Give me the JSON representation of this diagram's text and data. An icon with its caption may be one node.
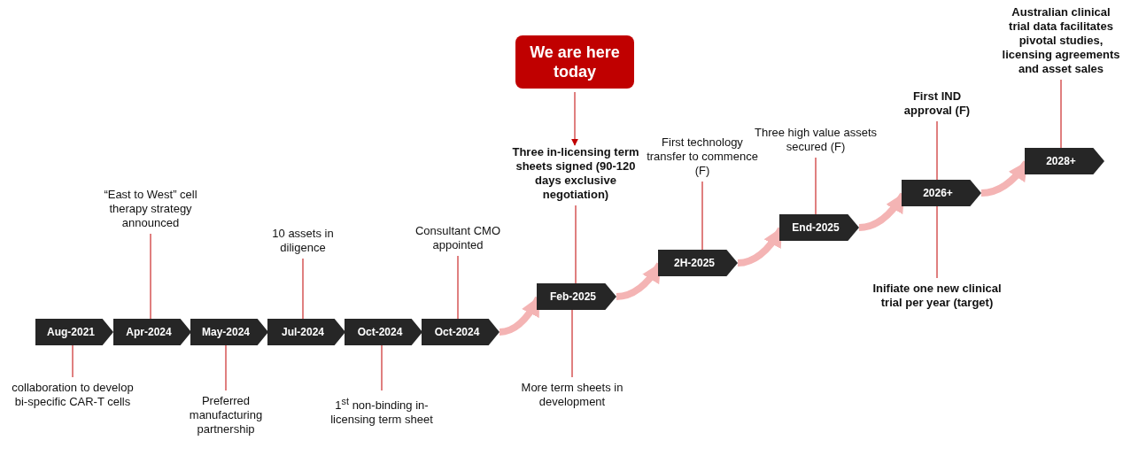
{
  "diagram": {
    "nodes": [
      {
        "text": [
          "Aug-2021"
        ]
      },
      {
        "text": [
          "Apr-2024"
        ]
      },
      {
        "text": [
          "May-2024"
        ]
      },
      {
        "text": [
          "Jul-2024"
        ]
      },
      {
        "text": [
          "Oct-2024"
        ]
      },
      {
        "text": [
          "Oct-2024"
        ]
      },
      {
        "text": [
          "Feb-2025"
        ]
      },
      {
        "text": [
          "2H-2025"
        ]
      },
      {
        "text": [
          "End-2025"
        ]
      },
      {
        "text": [
          "2026+"
        ]
      },
      {
        "text": [
          "2028+"
        ]
      },
      {
        "text": [
          "collaboration to develop bi-specific CAR-T cells"
        ]
      },
      {
        "text": [
          "“East to West” cell therapy strategy announced"
        ]
      },
      {
        "text": [
          "Preferred manufacturing partnership"
        ]
      },
      {
        "text": [
          "10 assets in diligence"
        ]
      },
      {
        "text": [
          "1$^{st}$ non-binding in-licensing term sheet"
        ]
      },
      {
        "text": [
          "Consultant CMO appointed"
        ]
      },
      {
        "text": [
          "We are here today"
        ]
      },
      {
        "text": [
          "Three in-licensing term sheets signed (90-120 days exclusive negotiation)"
        ]
      },
      {
        "text": [
          "More term sheets in development"
        ]
      },
      {
        "text": [
          "First technology transfer to commence (F)"
        ]
      },
      {
        "text": [
          "Three high value assets secured (F)"
        ]
      },
      {
        "text": [
          "First IND approval (F)"
        ]
      },
      {
        "text": [
          "Inifiate one new clinical trial per year (target)"
        ]
      },
      {
        "text": [
          "Australian clinical trial data facilitates pivotal studies, licensing agreements and asset sales"
        ]
      }
    ],
    "edges": [
      {
        "from": 11,
        "to": 0,
        "arrow": "none"
      },
      {
        "from": 12,
        "to": 1,
        "arrow": "none"
      },
      {
        "from": 13,
        "to": 2,
        "arrow": "none"
      },
      {
        "from": 14,
        "to": 3,
        "arrow": "none"
      },
      {
        "from": 15,
        "to": 4,
        "arrow": "none"
      },
      {
        "from": 16,
        "to": 5,
        "arrow": "none"
      },
      {
        "from": 17,
        "to": 18,
        "arrow": "to"
      },
      {
        "from": 18,
        "to": 6,
        "arrow": "none"
      },
      {
        "from": 19,
        "to": 6,
        "arrow": "none"
      },
      {
        "from": 20,
        "to": 7,
        "arrow": "none"
      },
      {
        "from": 21,
        "to": 8,
        "arrow": "none"
      },
      {
        "from": 22,
        "to": 9,
        "arrow": "none"
      },
      {
        "from": 23,
        "to": 9,
        "arrow": "none"
      },
      {
        "from": 24,
        "to": 10,
        "arrow": "none"
      },
      {
        "from": 5,
        "to": 6,
        "arrow": "to",
        "style": "thick",
        "color": "#f4b4b4"
      },
      {
        "from": 6,
        "to": 7,
        "arrow": "to",
        "style": "thick",
        "color": "#f4b4b4"
      },
      {
        "from": 7,
        "to": 8,
        "arrow": "to",
        "style": "thick",
        "color": "#f4b4b4"
      },
      {
        "from": 8,
        "to": 9,
        "arrow": "to",
        "style": "thick",
        "color": "#f4b4b4"
      },
      {
        "from": 9,
        "to": 10,
        "arrow": "to",
        "style": "thick",
        "color": "#f4b4b4"
      }
    ]
  }
}
